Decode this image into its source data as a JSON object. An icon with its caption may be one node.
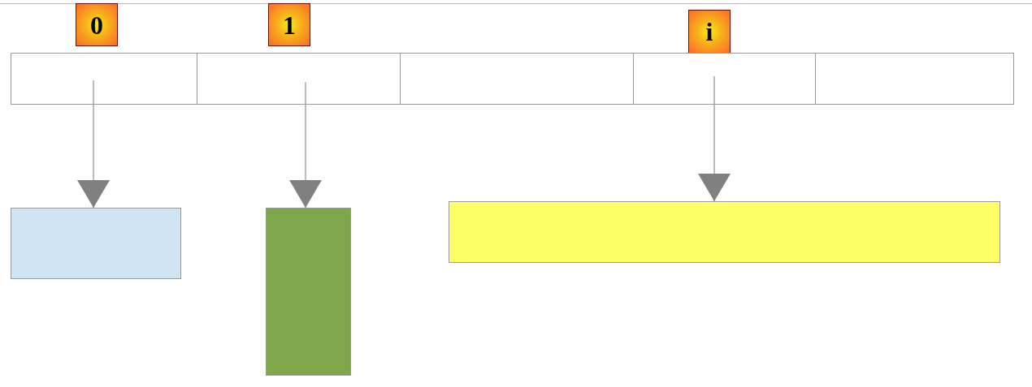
{
  "diagram": {
    "nodes": [
      {
        "text": [
          "0"
        ]
      },
      {
        "text": [
          "1"
        ]
      },
      {
        "text": [
          "i"
        ]
      },
      {
        "text": [],
        "shape": "box"
      },
      {
        "text": [],
        "shape": "box"
      },
      {
        "text": [],
        "shape": "box"
      },
      {
        "text": [],
        "shape": "box"
      },
      {
        "text": [],
        "shape": "box"
      },
      {
        "text": [],
        "shape": "box"
      },
      {
        "text": [],
        "shape": "box"
      },
      {
        "text": [],
        "shape": "box"
      }
    ],
    "edges": [
      {
        "from": 3,
        "to": 8,
        "arrow": "to"
      },
      {
        "from": 4,
        "to": 9,
        "arrow": "to"
      },
      {
        "from": 6,
        "to": 10,
        "arrow": "to"
      }
    ]
  }
}
